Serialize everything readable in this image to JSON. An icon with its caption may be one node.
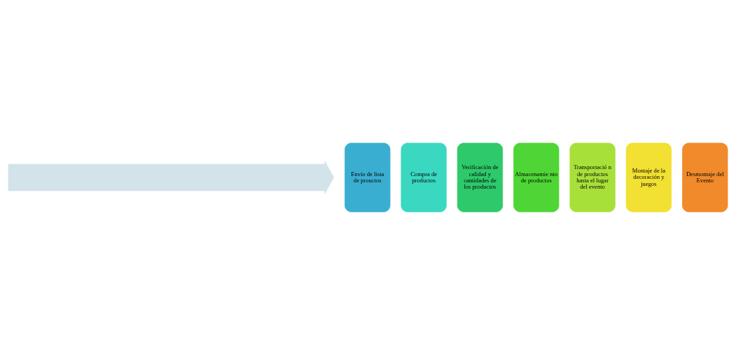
{
  "diagram": {
    "nodes": [
      {
        "text": [],
        "shape": "arrow"
      },
      {
        "text": [
          "Envío de lista de prouctos"
        ]
      },
      {
        "text": [
          "Compra de productos"
        ]
      },
      {
        "text": [
          "Verificación de calidad y cantidades de los productos"
        ]
      },
      {
        "text": [
          "Almacenamie nto de productos"
        ]
      },
      {
        "text": [
          "Transportació n de productos hasta el lugar del evento"
        ]
      },
      {
        "text": [
          "Montaje de la decoración y juegos"
        ]
      },
      {
        "text": [
          "Desmontaje del Evento"
        ]
      }
    ]
  }
}
